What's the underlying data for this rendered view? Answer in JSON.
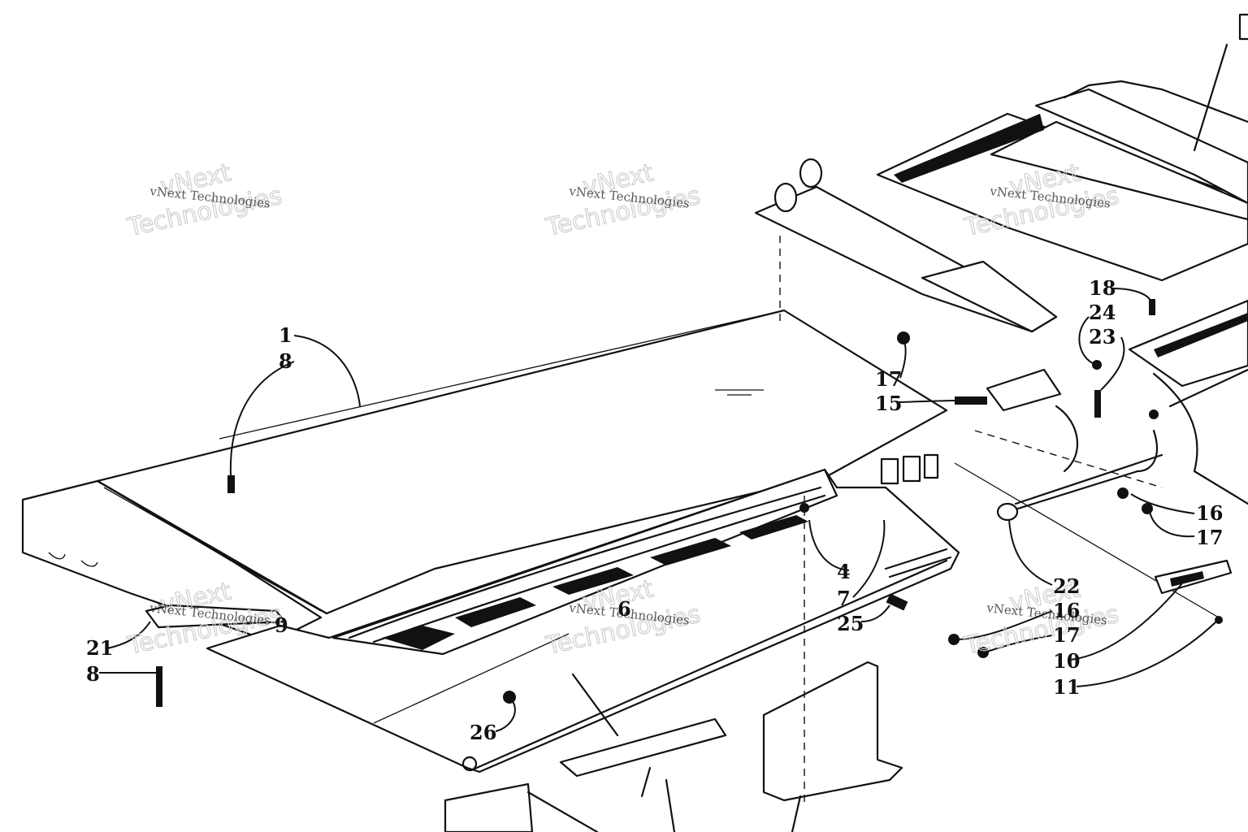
{
  "callouts": {
    "c1": "1",
    "c8a": "8",
    "c21": "21",
    "c8b": "8",
    "c9": "9",
    "c6": "6",
    "c26": "26",
    "c4": "4",
    "c7": "7",
    "c25": "25",
    "c22": "22",
    "c16a": "16",
    "c17a": "17",
    "c10": "10",
    "c11": "11",
    "c16b": "16",
    "c17b": "17",
    "c17c": "17",
    "c15": "15",
    "c18": "18",
    "c24": "24",
    "c23": "23"
  },
  "watermark": {
    "small": "vNext Technologies",
    "big_line1": "vNext",
    "big_line2": "Technologies"
  },
  "colors": {
    "ink": "#111111",
    "paper": "#ffffff",
    "watermark": "#cfcfcf"
  }
}
